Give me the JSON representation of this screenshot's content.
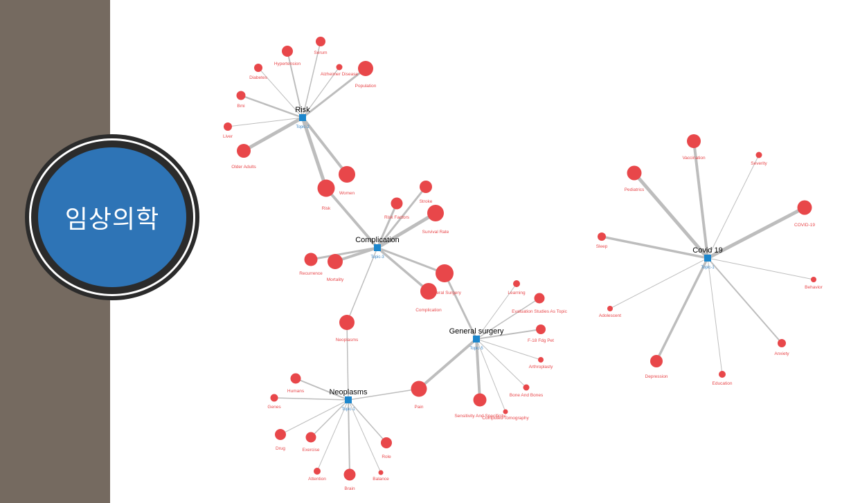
{
  "badge": {
    "title": "임상의학"
  },
  "colors": {
    "sidebar": "#756a60",
    "badge": "#2e74b6",
    "node": "#e8474a",
    "topic": "#1c86cc",
    "edge": "#bdbdbd"
  },
  "network": {
    "topics": [
      {
        "id": "risk",
        "name": "Risk",
        "tag": "Topic-2",
        "leaves": [
          "Serum",
          "Hypertension",
          "Alzheimer Disease",
          "Diabetes",
          "Population",
          "Bmi",
          "Liver",
          "Older Adults",
          "Women",
          "Risk"
        ]
      },
      {
        "id": "complication",
        "name": "Complication",
        "tag": "Topic-3",
        "leaves": [
          "Stroke",
          "Risk Factors",
          "Survival Rate",
          "Recurrence",
          "Mortality",
          "General Surgery",
          "Complication",
          "Neoplasms"
        ]
      },
      {
        "id": "general-surgery",
        "name": "General surgery",
        "tag": "Topic-5",
        "leaves": [
          "Learning",
          "Evaluation Studies As Topic",
          "F-18 Fdg Pet",
          "Arthroplasty",
          "Bone And Bones",
          "Computed Tomography",
          "Sensitivity And Specificity",
          "Pain"
        ]
      },
      {
        "id": "neoplasms",
        "name": "Neoplasms",
        "tag": "Topic-1",
        "leaves": [
          "Humans",
          "Genes",
          "Drug",
          "Exercise",
          "Role",
          "Attention",
          "Brain",
          "Balance"
        ]
      },
      {
        "id": "covid-19",
        "name": "Covid 19",
        "tag": "Topic-1",
        "leaves": [
          "Vaccination",
          "Severity",
          "Pediatrics",
          "COVID-19",
          "Sleep",
          "Behavior",
          "Adolescent",
          "Anxiety",
          "Depression",
          "Education"
        ]
      }
    ]
  }
}
